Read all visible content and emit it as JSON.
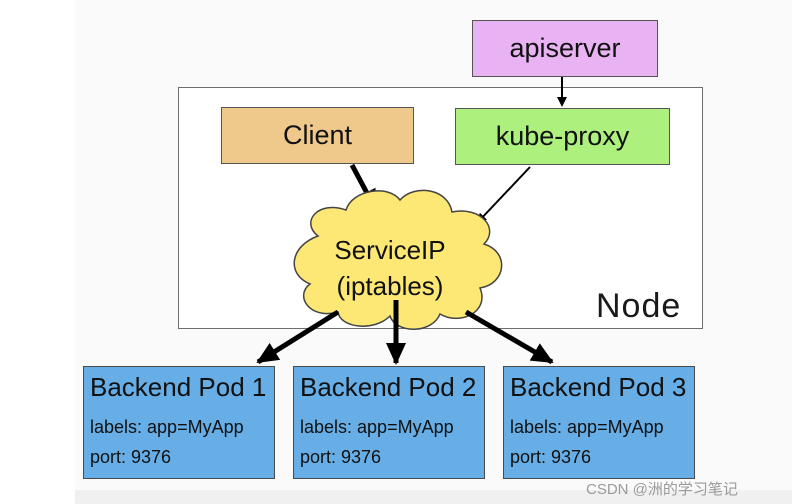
{
  "diagram": {
    "node_label": "Node",
    "apiserver": "apiserver",
    "client": "Client",
    "kube_proxy": "kube-proxy",
    "service": {
      "line1": "ServiceIP",
      "line2": "(iptables)"
    },
    "pods": [
      {
        "title": "Backend Pod 1",
        "labels": "labels: app=MyApp",
        "port": "port: 9376"
      },
      {
        "title": "Backend Pod 2",
        "labels": "labels: app=MyApp",
        "port": "port: 9376"
      },
      {
        "title": "Backend Pod 3",
        "labels": "labels: app=MyApp",
        "port": "port: 9376"
      }
    ],
    "edges": [
      {
        "from": "apiserver",
        "to": "kube-proxy"
      },
      {
        "from": "Client",
        "to": "ServiceIP"
      },
      {
        "from": "kube-proxy",
        "to": "ServiceIP"
      },
      {
        "from": "ServiceIP",
        "to": "Backend Pod 1"
      },
      {
        "from": "ServiceIP",
        "to": "Backend Pod 2"
      },
      {
        "from": "ServiceIP",
        "to": "Backend Pod 3"
      }
    ]
  },
  "colors": {
    "apiserver": "#e9b3f3",
    "client": "#eec98b",
    "kube_proxy": "#adf07e",
    "service_cloud": "#fde876",
    "pod": "#67aee6"
  },
  "watermark": "CSDN @洲的学习笔记"
}
